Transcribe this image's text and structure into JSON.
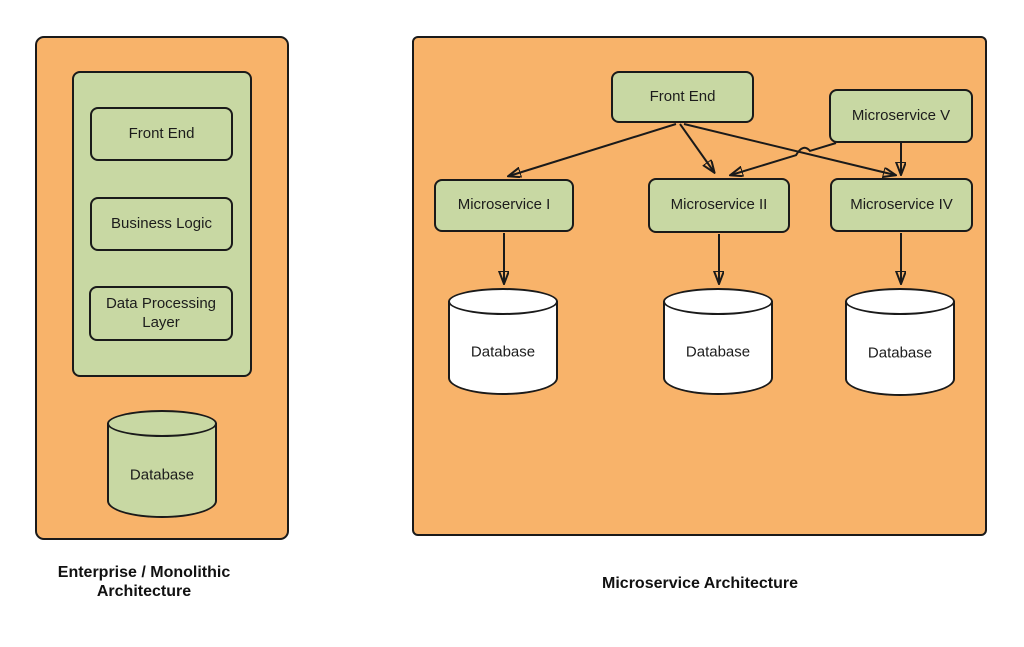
{
  "colors": {
    "page_background": "#ffffff",
    "container_fill": "#f8b36a",
    "node_fill": "#c8d8a3",
    "monolith_database_fill": "#c8d8a3",
    "microservice_database_fill": "#ffffff",
    "stroke": "#1a1a1a",
    "text": "#1c1c1c"
  },
  "monolith": {
    "caption": "Enterprise / Monolithic Architecture",
    "layers": [
      {
        "label": "Front End"
      },
      {
        "label": "Business Logic"
      },
      {
        "label": "Data Processing Layer"
      }
    ],
    "database_label": "Database"
  },
  "microservice": {
    "caption": "Microservice Architecture",
    "front_end_label": "Front End",
    "services": [
      {
        "label": "Microservice I"
      },
      {
        "label": "Microservice II"
      },
      {
        "label": "Microservice IV"
      },
      {
        "label": "Microservice V"
      }
    ],
    "database_labels": [
      "Database",
      "Database",
      "Database"
    ],
    "connections": [
      {
        "from": "Front End",
        "to": "Microservice I"
      },
      {
        "from": "Front End",
        "to": "Microservice II"
      },
      {
        "from": "Front End",
        "to": "Microservice IV"
      },
      {
        "from": "Microservice V",
        "to": "Microservice II"
      },
      {
        "from": "Microservice V",
        "to": "Microservice IV"
      },
      {
        "from": "Microservice I",
        "to": "Database"
      },
      {
        "from": "Microservice II",
        "to": "Database"
      },
      {
        "from": "Microservice IV",
        "to": "Database"
      }
    ]
  }
}
